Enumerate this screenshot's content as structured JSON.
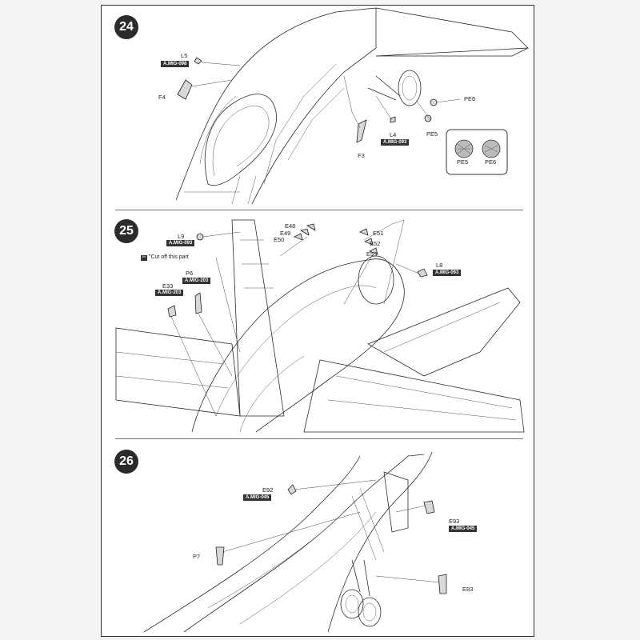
{
  "steps": [
    {
      "number": "24"
    },
    {
      "number": "25"
    },
    {
      "number": "26"
    }
  ],
  "step24": {
    "labels": {
      "L5": "L5",
      "F4": "F4",
      "F3": "F3",
      "L4": "L4",
      "PE5": "PE5",
      "PE6": "PE6"
    },
    "codes": {
      "L5": "A.MIG-098",
      "L4": "A.MIG-093"
    },
    "detail": {
      "pe5": "PE5",
      "pe6": "PE6"
    }
  },
  "step25": {
    "labels": {
      "L9": "L9",
      "E48": "E48",
      "E49": "E49",
      "E50": "E50",
      "E51": "E51",
      "E52": "E52",
      "E53": "E53",
      "L8": "L8",
      "P6": "P6",
      "E33": "E33"
    },
    "codes": {
      "L9": "A.MIG-093",
      "L8": "A.MIG-093",
      "P6": "A.MIG-203",
      "E33": "A.MIG-203"
    },
    "note": "\"Cut off this part"
  },
  "step26": {
    "labels": {
      "E92": "E92",
      "E93": "E93",
      "P7": "P7",
      "E83": "E83"
    },
    "codes": {
      "E92": "A.MIG-045",
      "E93": "A.MIG-045"
    }
  }
}
